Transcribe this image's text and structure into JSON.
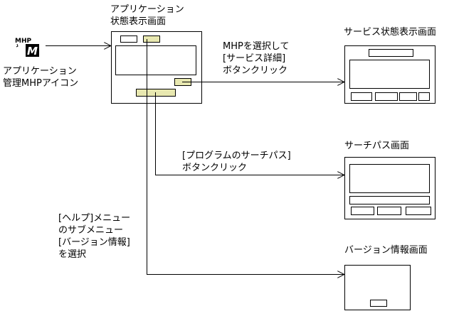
{
  "colors": {
    "highlight": "#e8e8b0",
    "line": "#000000"
  },
  "icon": {
    "name": "mhp-app-icon",
    "logo_text": "MHP",
    "glyph": "M"
  },
  "labels": {
    "icon_label": [
      "アプリケーション",
      "管理MHPアイコン"
    ],
    "main_screen": [
      "アプリケーション",
      "状態表示画面"
    ],
    "service_action": [
      "MHPを選択して",
      "[サービス詳細]",
      "ボタンクリック"
    ],
    "search_action": [
      "[プログラムのサーチパス]",
      "ボタンクリック"
    ],
    "help_action": [
      "[ヘルプ]メニュー",
      "のサブメニュー",
      "[バージョン情報]",
      "を選択"
    ],
    "service_screen": "サービス状態表示画面",
    "search_screen": "サーチパス画面",
    "version_screen": "バージョン情報画面"
  }
}
